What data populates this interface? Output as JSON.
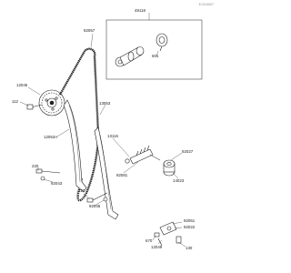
{
  "diagram_code": "E1310007",
  "part_labels": {
    "p49118": "49118",
    "p92057": "92057",
    "p601": "601",
    "p12046": "12046",
    "p112": "112",
    "p13053": "13053",
    "p12053a": "12053A",
    "p13116": "13116",
    "p92027": "92027",
    "p92081": "92081",
    "p14023": "14023",
    "p220a": "220",
    "p92043": "92043",
    "p220b": "220",
    "p92045": "92045",
    "p92051": "92051",
    "p92022": "92022",
    "p670": "670",
    "p130": "130",
    "p12049": "12049"
  },
  "colors": {
    "ink": "#222222",
    "fill": "#ffffff",
    "shade": "#d6d6d6"
  }
}
